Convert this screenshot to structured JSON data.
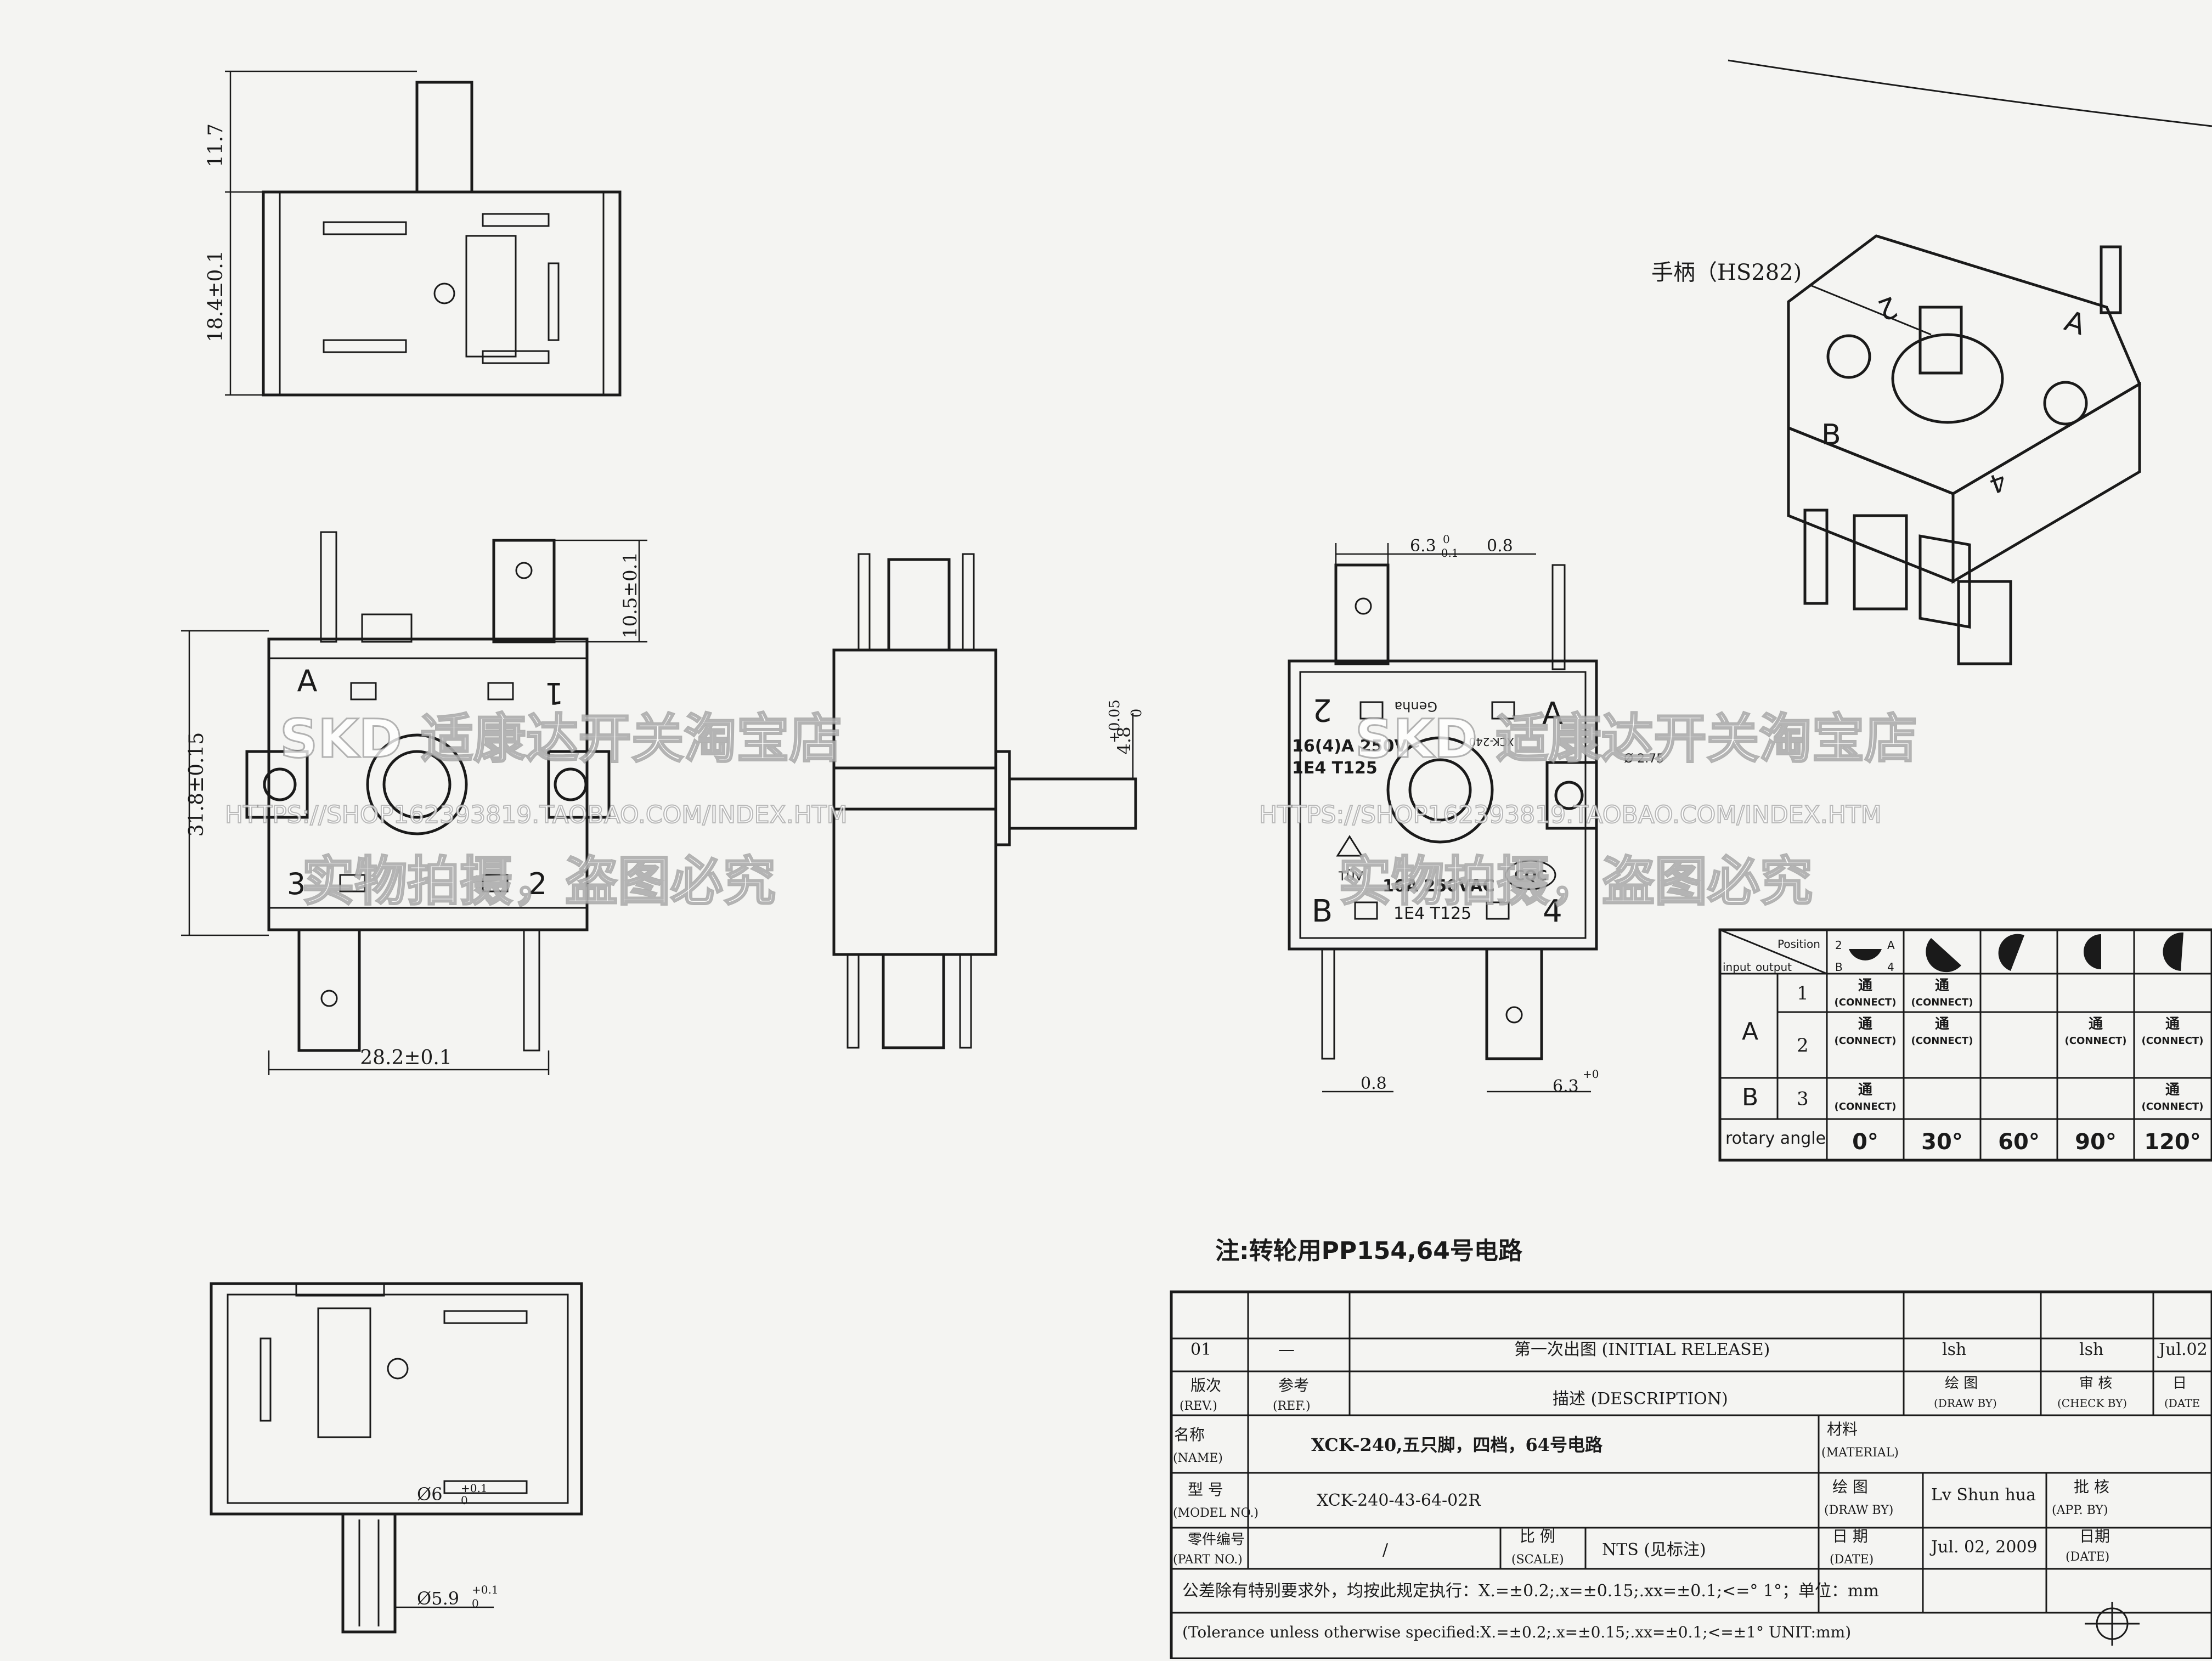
{
  "dims": {
    "top_h1": "11.7",
    "top_h2": "18.4±0.1",
    "front_height": "31.8±0.15",
    "front_width": "28.2±0.1",
    "front_term": "10.5±0.1",
    "side_shaft": "4.8",
    "side_shaft_tol_up": "+0.05",
    "side_shaft_tol_dn": "0",
    "back_w1": "6.3",
    "back_w1_tol": "0",
    "back_w1_tol2": "-0.1",
    "back_w2": "0.8",
    "back_w3": "0.8",
    "back_w4": "6.3",
    "back_w4_tol": "+0",
    "back_hole": "Ø 2.75",
    "bottom_d1": "Ø6",
    "bottom_d1_tol": "+0.1",
    "bottom_d1_tol2": "0",
    "bottom_d2": "Ø5.9",
    "bottom_d2_tol": "+0.1",
    "bottom_d2_tol2": "0"
  },
  "front_labels": {
    "a": "A",
    "one": "1",
    "three": "3",
    "two": "2"
  },
  "back_labels": {
    "two": "2",
    "a": "A",
    "b": "B",
    "four": "4",
    "brand": "Genha",
    "model": "XCK-240",
    "rating1": "16(4)A 250V~",
    "rating2": "1E4 T125",
    "tuv": "TÜV",
    "rating3": "16A 250VAC",
    "rating4": "1E4 T125",
    "cqc": "CQC"
  },
  "iso": {
    "handle_label": "手柄（HS282)",
    "two": "2",
    "a": "A",
    "b": "B",
    "four": "4"
  },
  "watermark": {
    "shop": "SKD 适康达开关淘宝店",
    "url": "HTTPS://SHOP162393819.TAOBAO.COM/INDEX.HTM",
    "note": "实物拍摄，盗图必究",
    "shop2": "SKD 适康达开关淘宝店",
    "url2": "HTTPS://SHOP162393819.TAOBAO.COM/INDEX.HTM",
    "note2": "实物拍摄，盗图必究"
  },
  "truth_table": {
    "position": "Position",
    "input": "input",
    "output": "output",
    "pos_labels": {
      "z": "2",
      "a": "A",
      "b": "B",
      "four": "4"
    },
    "rows": [
      {
        "input": "A",
        "output": "1",
        "cells": [
          "通\n(CONNECT)",
          "通\n(CONNECT)",
          "",
          "",
          ""
        ]
      },
      {
        "input": "",
        "output": "2",
        "cells": [
          "通\n(CONNECT)",
          "通\n(CONNECT)",
          "",
          "通\n(CONNECT)",
          "通\n(CONNECT)"
        ]
      },
      {
        "input": "B",
        "output": "3",
        "cells": [
          "通\n(CONNECT)",
          "",
          "",
          "",
          "通\n(CONNECT)"
        ]
      }
    ],
    "angle_label": "rotary angle",
    "angles": [
      "0°",
      "30°",
      "60°",
      "90°",
      "120°"
    ]
  },
  "note": "注:转轮用PP154,64号电路",
  "title_block": {
    "rev": "01",
    "ref": "—",
    "desc": "第一次出图 (INITIAL RELEASE)",
    "draw": "lsh",
    "check": "lsh",
    "date": "Jul.02",
    "h_rev": "版次",
    "h_rev_en": "(REV.)",
    "h_ref": "参考",
    "h_ref_en": "(REF.)",
    "h_desc": "描述 (DESCRIPTION)",
    "h_draw": "绘 图",
    "h_draw_en": "(DRAW BY)",
    "h_check": "审 核",
    "h_check_en": "(CHECK BY)",
    "h_date": "日",
    "h_date_en": "(DATE",
    "name_lbl": "名称",
    "name_lbl_en": "(NAME)",
    "name": "XCK-240,五只脚，四档，64号电路",
    "material_lbl": "材料",
    "material_lbl_en": "(MATERIAL)",
    "model_lbl": "型 号",
    "model_lbl_en": "(MODEL NO.)",
    "model": "XCK-240-43-64-02R",
    "drawby_lbl": "绘 图",
    "drawby_lbl_en": "(DRAW BY)",
    "drawby": "Lv Shun hua",
    "appby_lbl": "批 核",
    "appby_lbl_en": "(APP. BY)",
    "part_lbl": "零件编号",
    "part_lbl_en": "(PART NO.)",
    "part": "/",
    "scale_lbl": "比 例",
    "scale_lbl_en": "(SCALE)",
    "scale": "NTS (见标注)",
    "date_lbl": "日 期",
    "date_lbl_en": "(DATE)",
    "date2": "Jul. 02, 2009",
    "date_lbl2": "日期",
    "date_lbl2_en": "(DATE)",
    "tol_cn": "公差除有特别要求外，均按此规定执行：X.=±0.2;.x=±0.15;.xx=±0.1;<=° 1°；单位：mm",
    "tol_en": "(Tolerance unless otherwise specified:X.=±0.2;.x=±0.15;.xx=±0.1;<=±1° UNIT:mm)"
  }
}
